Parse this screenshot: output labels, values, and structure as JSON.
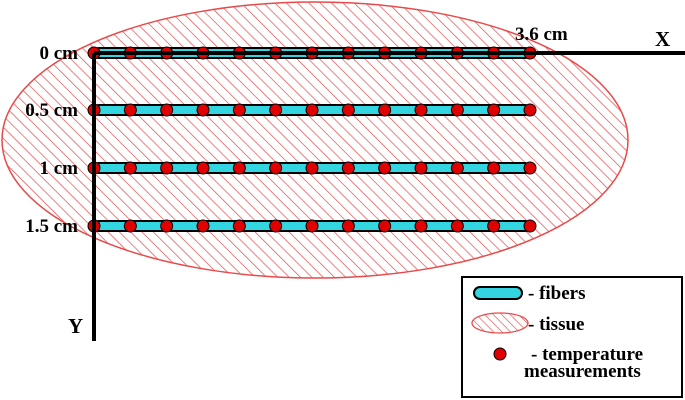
{
  "axes": {
    "x_label": "X",
    "y_label": "Y",
    "x_end_label": "3.6 cm"
  },
  "fiber_rows": [
    {
      "label": "0 cm"
    },
    {
      "label": "0.5 cm"
    },
    {
      "label": "1 cm"
    },
    {
      "label": "1.5 cm"
    }
  ],
  "measurements_per_fiber": 13,
  "legend": {
    "fibers": "- fibers",
    "tissue": "- tissue",
    "temperature_line1": "- temperature",
    "temperature_line2": "measurements"
  },
  "colors": {
    "fiber_fill": "#33d6e0",
    "fiber_stroke": "#000000",
    "tissue_hatch": "#e84a4a",
    "tissue_outline": "#e84a4a",
    "measurement_dot": "#e00000",
    "axis": "#000000"
  }
}
